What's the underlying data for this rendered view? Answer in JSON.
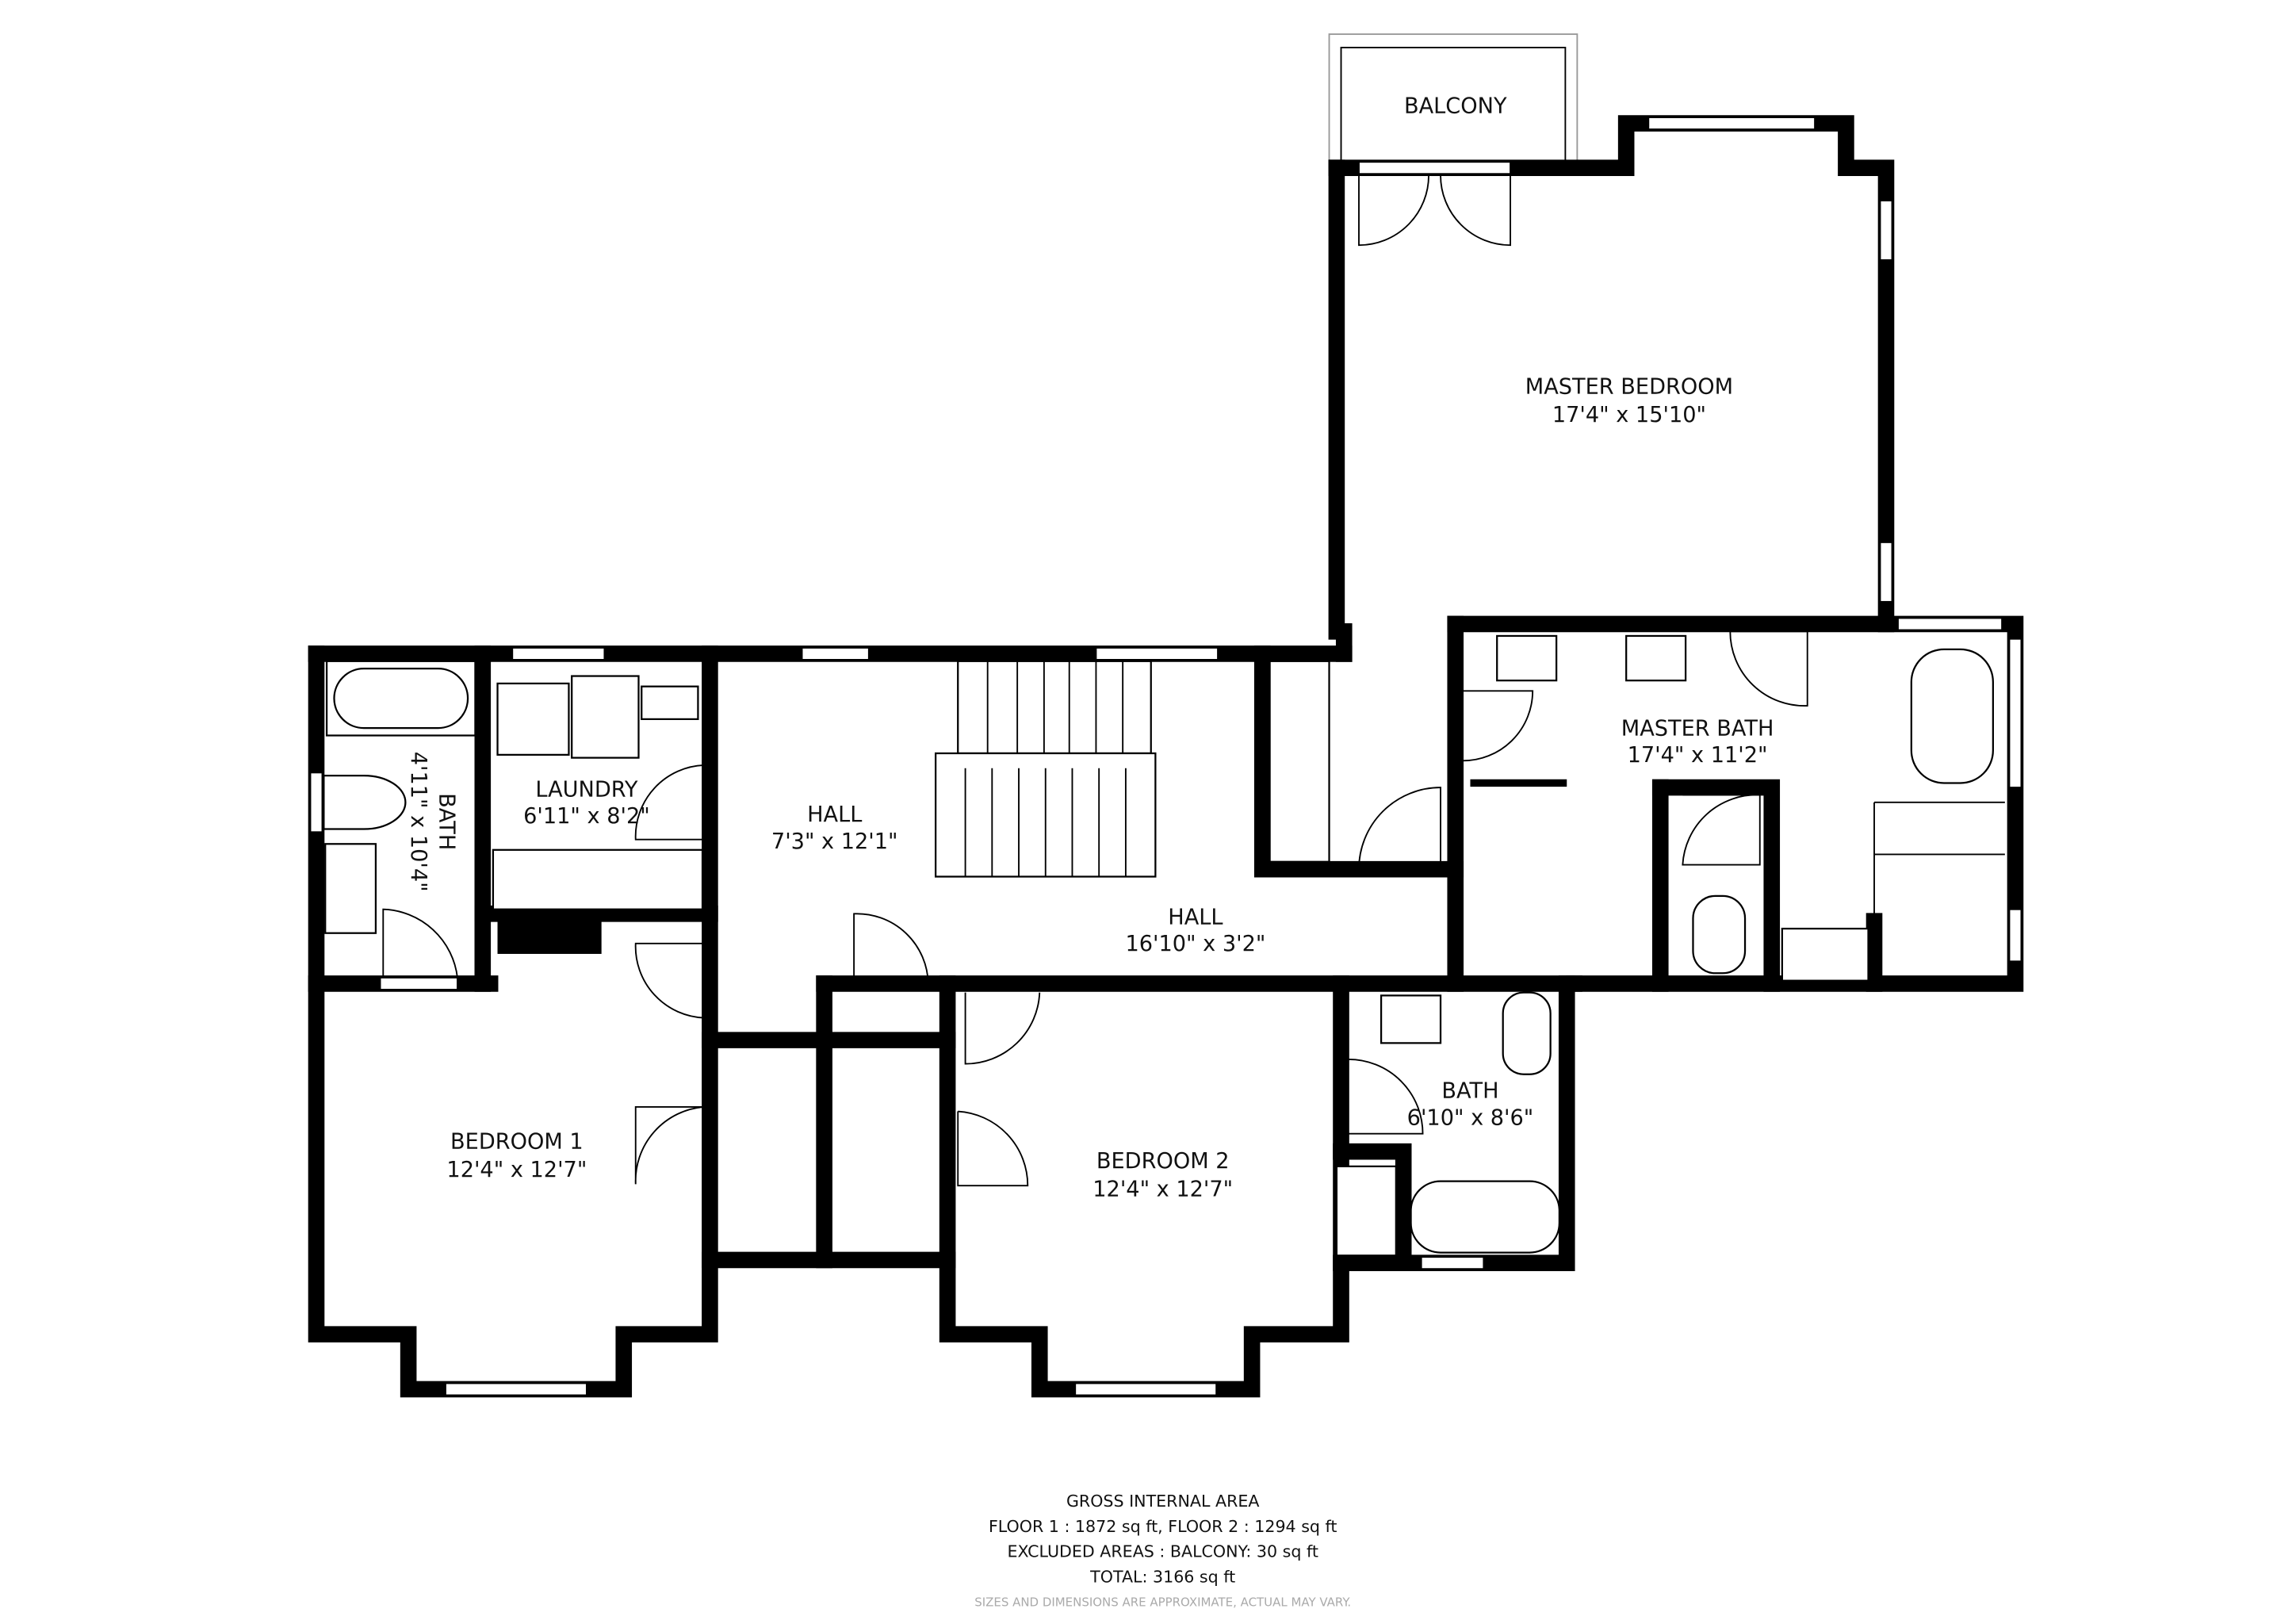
{
  "rooms": {
    "balcony": {
      "name": "BALCONY"
    },
    "master_bedroom": {
      "name": "MASTER BEDROOM",
      "size": "17'4\" x 15'10\""
    },
    "master_bath": {
      "name": "MASTER BATH",
      "size": "17'4\" x 11'2\""
    },
    "bath_1": {
      "name": "BATH",
      "size": "4'11\" x 10'4\""
    },
    "laundry": {
      "name": "LAUNDRY",
      "size": "6'11\" x 8'2\""
    },
    "hall_1": {
      "name": "HALL",
      "size": "7'3\" x 12'1\""
    },
    "hall_2": {
      "name": "HALL",
      "size": "16'10\" x 3'2\""
    },
    "bedroom_1": {
      "name": "BEDROOM 1",
      "size": "12'4\" x 12'7\""
    },
    "bedroom_2": {
      "name": "BEDROOM 2",
      "size": "12'4\" x 12'7\""
    },
    "bath_2": {
      "name": "BATH",
      "size": "6'10\" x 8'6\""
    }
  },
  "footer": {
    "title": "GROSS INTERNAL AREA",
    "floors": "FLOOR 1 : 1872 sq ft, FLOOR 2 : 1294 sq ft",
    "excluded": "EXCLUDED AREAS : BALCONY: 30 sq ft",
    "total": "TOTAL: 3166 sq ft",
    "disclaimer": "SIZES AND DIMENSIONS ARE APPROXIMATE, ACTUAL MAY VARY."
  }
}
